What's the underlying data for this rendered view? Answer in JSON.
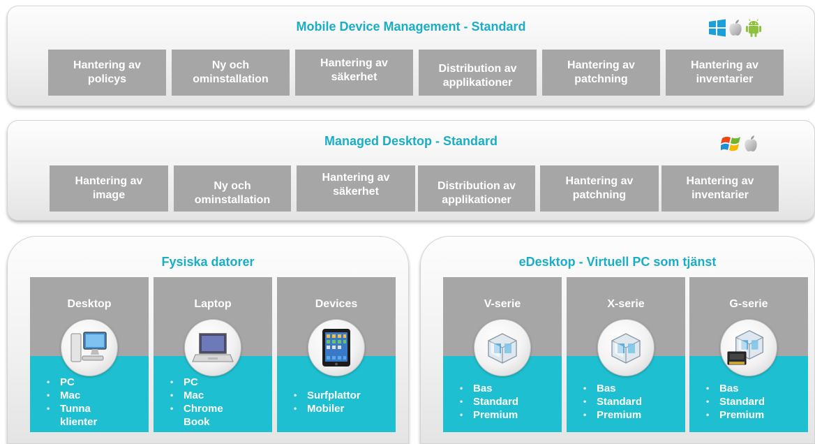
{
  "mdm": {
    "title": "Mobile Device Management - Standard",
    "icons": [
      "windows-logo-icon",
      "apple-logo-icon",
      "android-logo-icon"
    ],
    "modules": [
      {
        "line1": "Hantering av",
        "line2": "policys"
      },
      {
        "line1": "Ny och",
        "line2": "ominstallation"
      },
      {
        "line1": "Hantering av",
        "line2": "säkerhet"
      },
      {
        "line1": "Distribution av",
        "line2": "applikationer"
      },
      {
        "line1": "Hantering av",
        "line2": "patchning"
      },
      {
        "line1": "Hantering av",
        "line2": "inventarier"
      }
    ]
  },
  "managed_desktop": {
    "title": "Managed Desktop - Standard",
    "icons": [
      "windows-xp-logo-icon",
      "apple-logo-icon"
    ],
    "modules": [
      {
        "line1": "Hantering av",
        "line2": "image"
      },
      {
        "line1": "Ny och",
        "line2": "ominstallation"
      },
      {
        "line1": "Hantering av",
        "line2": "säkerhet"
      },
      {
        "line1": "Distribution av",
        "line2": "applikationer"
      },
      {
        "line1": "Hantering av",
        "line2": "patchning"
      },
      {
        "line1": "Hantering av",
        "line2": "inventarier"
      }
    ]
  },
  "physical": {
    "title": "Fysiska datorer",
    "cards": [
      {
        "name": "Desktop",
        "icon": "desktop-computer-icon",
        "items": [
          "PC",
          "Mac",
          "Tunna",
          "klienter"
        ]
      },
      {
        "name": "Laptop",
        "icon": "laptop-icon",
        "items": [
          "PC",
          "Mac",
          "Chrome",
          "Book"
        ]
      },
      {
        "name": "Devices",
        "icon": "tablet-icon",
        "items": [
          "Surfplattor",
          "Mobiler"
        ]
      }
    ]
  },
  "edesktop": {
    "title": "eDesktop - Virtuell PC som tjänst",
    "cards": [
      {
        "name": "V-serie",
        "icon": "virtual-server-icon",
        "items": [
          "Bas",
          "Standard",
          "Premium"
        ]
      },
      {
        "name": "X-serie",
        "icon": "virtual-server-icon",
        "items": [
          "Bas",
          "Standard",
          "Premium"
        ]
      },
      {
        "name": "G-serie",
        "icon": "virtual-server-gpu-icon",
        "items": [
          "Bas",
          "Standard",
          "Premium"
        ]
      }
    ]
  },
  "colors": {
    "title": "#1aaec5",
    "module_bg": "#a6a6a6",
    "card_accent": "#1ebfd0"
  }
}
